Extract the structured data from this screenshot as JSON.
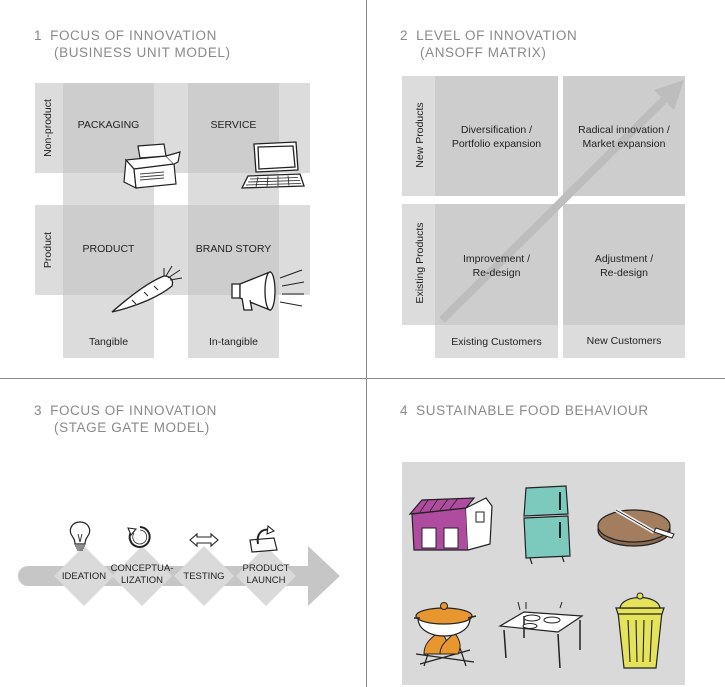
{
  "q1": {
    "number": "1",
    "title": "FOCUS OF INNOVATION",
    "subtitle": "(BUSINESS UNIT MODEL)",
    "rows": [
      "Non-product",
      "Product"
    ],
    "cols": [
      "Tangible",
      "In-tangible"
    ],
    "cells": [
      "PACKAGING",
      "SERVICE",
      "PRODUCT",
      "BRAND STORY"
    ],
    "icons": [
      "box-icon",
      "laptop-icon",
      "carrot-icon",
      "megaphone-icon"
    ]
  },
  "q2": {
    "number": "2",
    "title": "LEVEL OF INNOVATION",
    "subtitle": "(ANSOFF MATRIX)",
    "rows": [
      "New Products",
      "Existing Products"
    ],
    "cols": [
      "Existing Customers",
      "New Customers"
    ],
    "cells": [
      [
        "Diversification /",
        "Portfolio expansion"
      ],
      [
        "Radical innovation /",
        "Market expansion"
      ],
      [
        "Improvement /",
        "Re-design"
      ],
      [
        "Adjustment /",
        "Re-design"
      ]
    ]
  },
  "q3": {
    "number": "3",
    "title": "FOCUS OF INNOVATION",
    "subtitle": "(STAGE GATE MODEL)",
    "stages": [
      {
        "label": [
          "IDEATION"
        ],
        "icon": "lightbulb-icon"
      },
      {
        "label": [
          "CONCEPTUA-",
          "LIZATION"
        ],
        "icon": "cycle-icon"
      },
      {
        "label": [
          "TESTING"
        ],
        "icon": "double-arrow-icon"
      },
      {
        "label": [
          "PRODUCT",
          "LAUNCH"
        ],
        "icon": "launch-icon"
      }
    ]
  },
  "q4": {
    "number": "4",
    "title": "SUSTAINABLE FOOD BEHAVIOUR",
    "icons": [
      "shop-icon",
      "fridge-icon",
      "cutting-board-icon",
      "cooking-pot-icon",
      "dining-table-icon",
      "trash-bin-icon"
    ],
    "colors": {
      "shop": "#b04ca0",
      "fridge": "#7cc9be",
      "bin": "#e4e35a",
      "pot": "#e8962e",
      "board": "#a27e5f"
    }
  }
}
